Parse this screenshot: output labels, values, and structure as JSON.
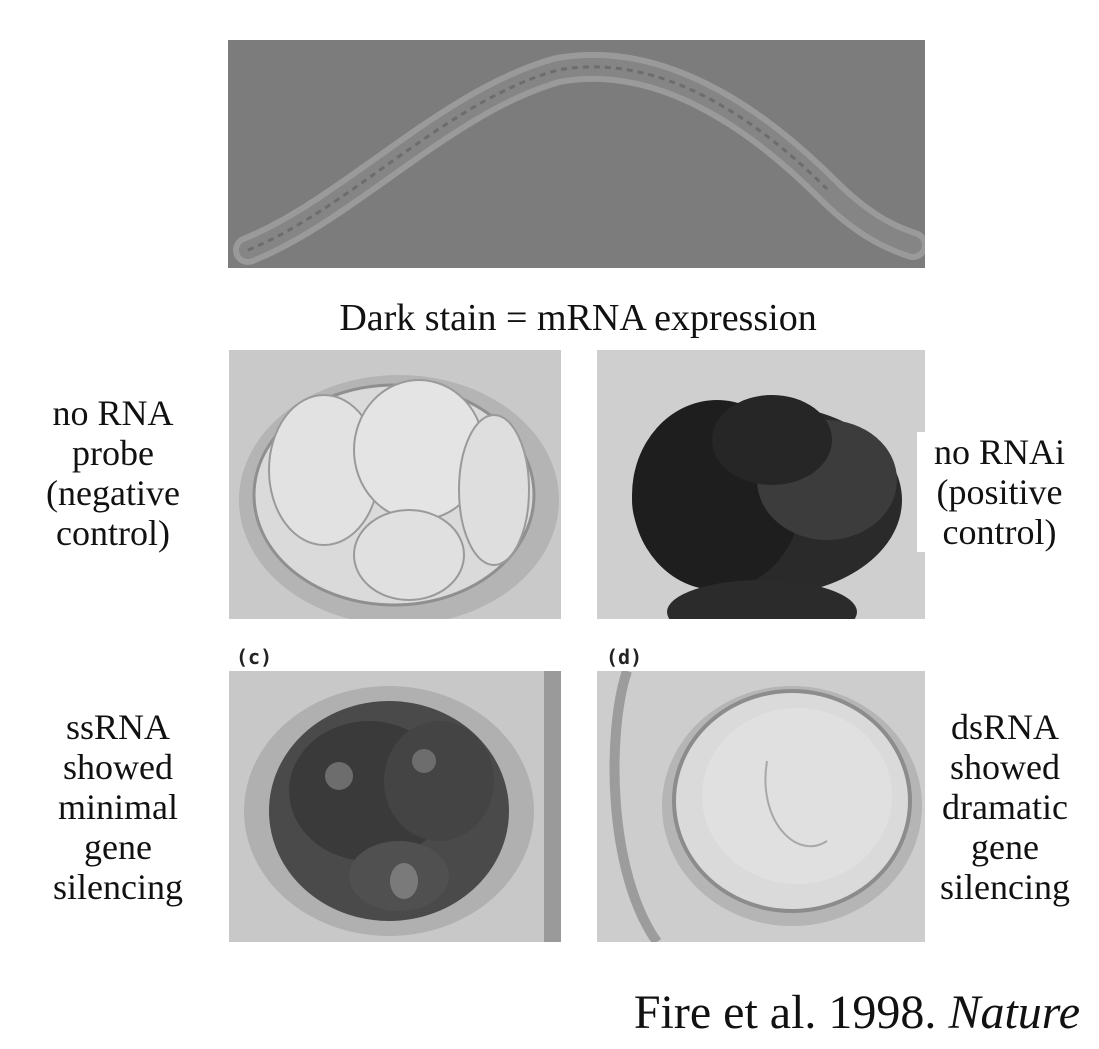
{
  "subtitle": "Dark stain = mRNA expression",
  "panels": {
    "a": {
      "label_lines": [
        "no RNA",
        "probe",
        "(negative",
        "control)"
      ]
    },
    "b": {
      "label_lines": [
        "no RNAi",
        "(positive",
        "control)"
      ]
    },
    "c": {
      "letter": "(c)",
      "label_lines": [
        "ssRNA",
        "showed",
        "minimal",
        "gene",
        "silencing"
      ]
    },
    "d": {
      "letter": "(d)",
      "label_lines": [
        "dsRNA",
        "showed",
        "dramatic",
        "gene",
        "silencing"
      ]
    }
  },
  "citation": {
    "authors": "Fire et al. 1998.",
    "journal": "Nature"
  }
}
